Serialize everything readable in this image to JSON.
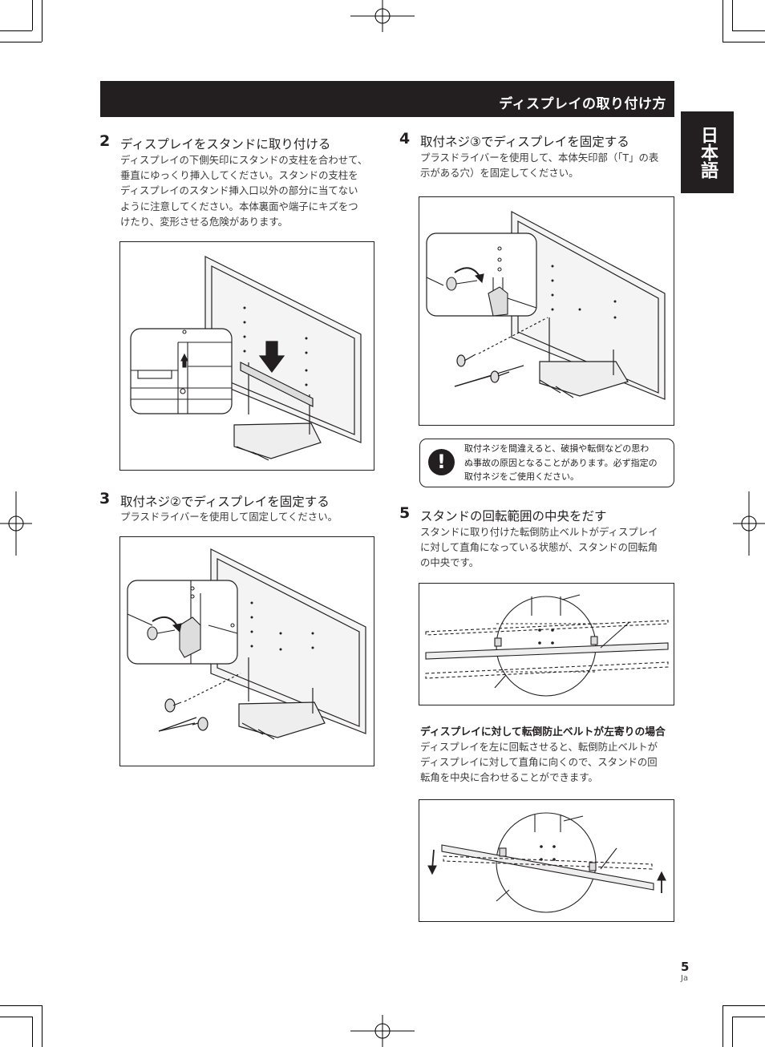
{
  "header": {
    "title": "ディスプレイの取り付け方"
  },
  "language_tab": {
    "label": "日本語"
  },
  "steps": [
    {
      "number": "2",
      "title": "ディスプレイをスタンドに取り付ける",
      "lines": [
        "ディスプレイの下側矢印にスタンドの支柱を合わせて、",
        "垂直にゆっくり挿入してください。スタンドの支柱を",
        "ディスプレイのスタンド挿入口以外の部分に当てない",
        "ように注意してください。本体裏面や端子にキズをつ",
        "けたり、変形させる危険があります。"
      ]
    },
    {
      "number": "3",
      "title": "取付ネジ②でディスプレイを固定する",
      "lines": [
        "プラスドライバーを使用して固定してください。"
      ]
    },
    {
      "number": "4",
      "title": "取付ネジ③でディスプレイを固定する",
      "lines": [
        "プラスドライバーを使用して、本体矢印部（「T」の表",
        "示がある穴）を固定してください。"
      ]
    },
    {
      "number": "5",
      "title": "スタンドの回転範囲の中央をだす",
      "lines": [
        "スタンドに取り付けた転倒防止ベルトがディスプレイ",
        "に対して直角になっている状態が、スタンドの回転角",
        "の中央です。"
      ]
    }
  ],
  "caution": {
    "icon": "exclamation-icon",
    "symbol": "!",
    "lines": [
      "取付ネジを間違えると、破損や転倒などの思わ",
      "ぬ事故の原因となることがあります。必ず指定の",
      "取付ネジをご使用ください。"
    ]
  },
  "left_belt_case": {
    "heading": "ディスプレイに対して転倒防止ベルトが左寄りの場合",
    "lines": [
      "ディスプレイを左に回転させると、転倒防止ベルトが",
      "ディスプレイに対して直角に向くので、スタンドの回",
      "転角を中央に合わせることができます。"
    ]
  },
  "footer": {
    "page_number": "5",
    "language_code": "Ja"
  },
  "colors": {
    "ink": "#231f20",
    "paper": "#ffffff",
    "text_gray": "#3a3a3a"
  }
}
